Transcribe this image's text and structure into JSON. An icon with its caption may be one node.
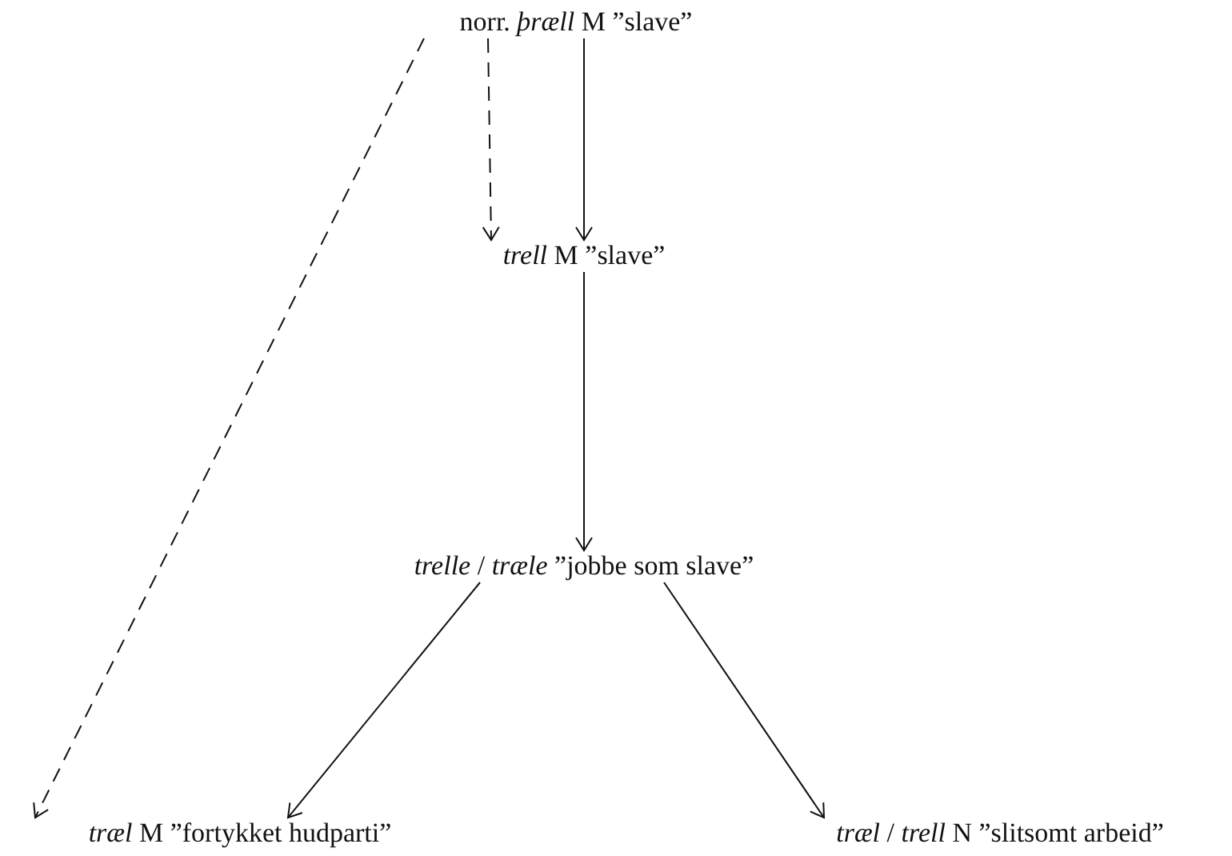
{
  "diagram": {
    "nodes": [
      {
        "text": [
          "norr. *þræll* M ”slave”"
        ]
      },
      {
        "text": [
          "*trell* M ”slave”"
        ]
      },
      {
        "text": [
          "*trelle* / *træle* ”jobbe som slave”"
        ]
      },
      {
        "text": [
          "*træl* M ”fortykket hudparti”"
        ]
      },
      {
        "text": [
          "*træl* / *trell* N ”slitsomt arbeid”"
        ]
      }
    ],
    "edges": [
      {
        "from": 0,
        "to": 1,
        "arrow": "to",
        "style": "dashed"
      },
      {
        "from": 0,
        "to": 1,
        "arrow": "to"
      },
      {
        "from": 0,
        "to": 3,
        "arrow": "to",
        "style": "dashed"
      },
      {
        "from": 1,
        "to": 2,
        "arrow": "to"
      },
      {
        "from": 2,
        "to": 3,
        "arrow": "to"
      },
      {
        "from": 2,
        "to": 4,
        "arrow": "to"
      }
    ]
  }
}
